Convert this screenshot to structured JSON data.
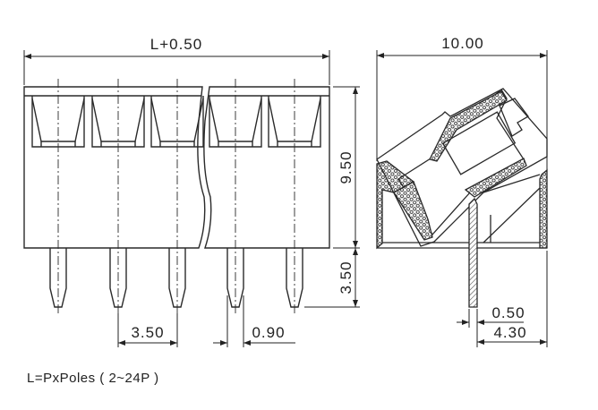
{
  "front_view": {
    "overall_length_label": "L+0.50",
    "height_label": "9.50",
    "pin_length_label": "3.50",
    "pitch_label": "3.50",
    "pin_width_label": "0.90",
    "visible_poles": 5
  },
  "side_view": {
    "depth_label": "10.00",
    "pin_thickness_label": "0.50",
    "pin_offset_label": "4.30"
  },
  "caption": "L=PxPoles ( 2~24P )",
  "colors": {
    "line": "#2a2a2a",
    "background": "#ffffff"
  }
}
